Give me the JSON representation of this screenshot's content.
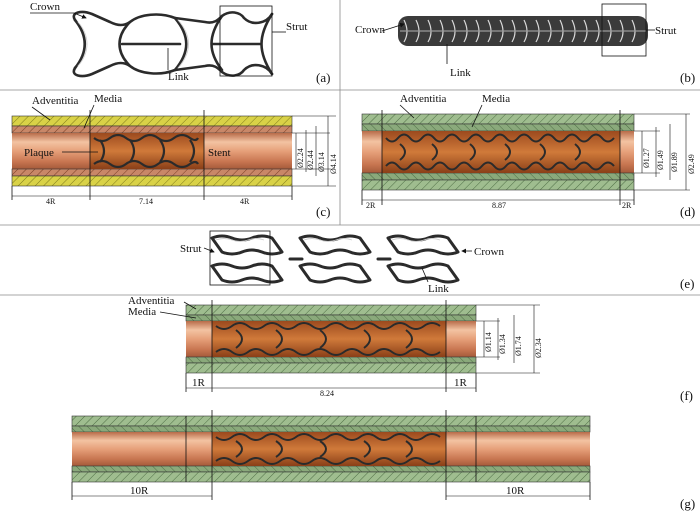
{
  "panels": {
    "a": {
      "letter": "(a)",
      "crown": "Crown",
      "strut": "Strut",
      "link": "Link"
    },
    "b": {
      "letter": "(b)",
      "crown": "Crown",
      "strut": "Strut",
      "link": "Link"
    },
    "c": {
      "letter": "(c)",
      "adventitia": "Adventitia",
      "media": "Media",
      "plaque": "Plaque",
      "stent": "Stent",
      "dims_dia": [
        "Ø2.24",
        "Ø2.44",
        "Ø3.14",
        "Ø4.14"
      ],
      "dims_len": [
        "4R",
        "7.14",
        "4R"
      ]
    },
    "d": {
      "letter": "(d)",
      "adventitia": "Adventitia",
      "media": "Media",
      "dims_dia": [
        "Ø1.27",
        "Ø1.49",
        "Ø1.89",
        "Ø2.49"
      ],
      "dims_len": [
        "2R",
        "8.87",
        "2R"
      ]
    },
    "e": {
      "letter": "(e)",
      "strut": "Strut",
      "crown": "Crown",
      "link": "Link"
    },
    "f": {
      "letter": "(f)",
      "adventitia": "Adventitia",
      "media": "Media",
      "dims_dia": [
        "Ø1.14",
        "Ø1.34",
        "Ø1.74",
        "Ø2.34"
      ],
      "dims_len": [
        "1R",
        "8.24",
        "1R"
      ]
    },
    "g": {
      "letter": "(g)",
      "dims_len": [
        "10R",
        "10R"
      ]
    }
  },
  "colors": {
    "adventitia_yellow": "#d6cf3c",
    "adventitia_green": "#8fae7e",
    "media_red": "#c9775c",
    "lumen_copper": "#e7a77f",
    "plaque_orange": "#c96a2c",
    "stent_wire": "#2b2b2b"
  }
}
